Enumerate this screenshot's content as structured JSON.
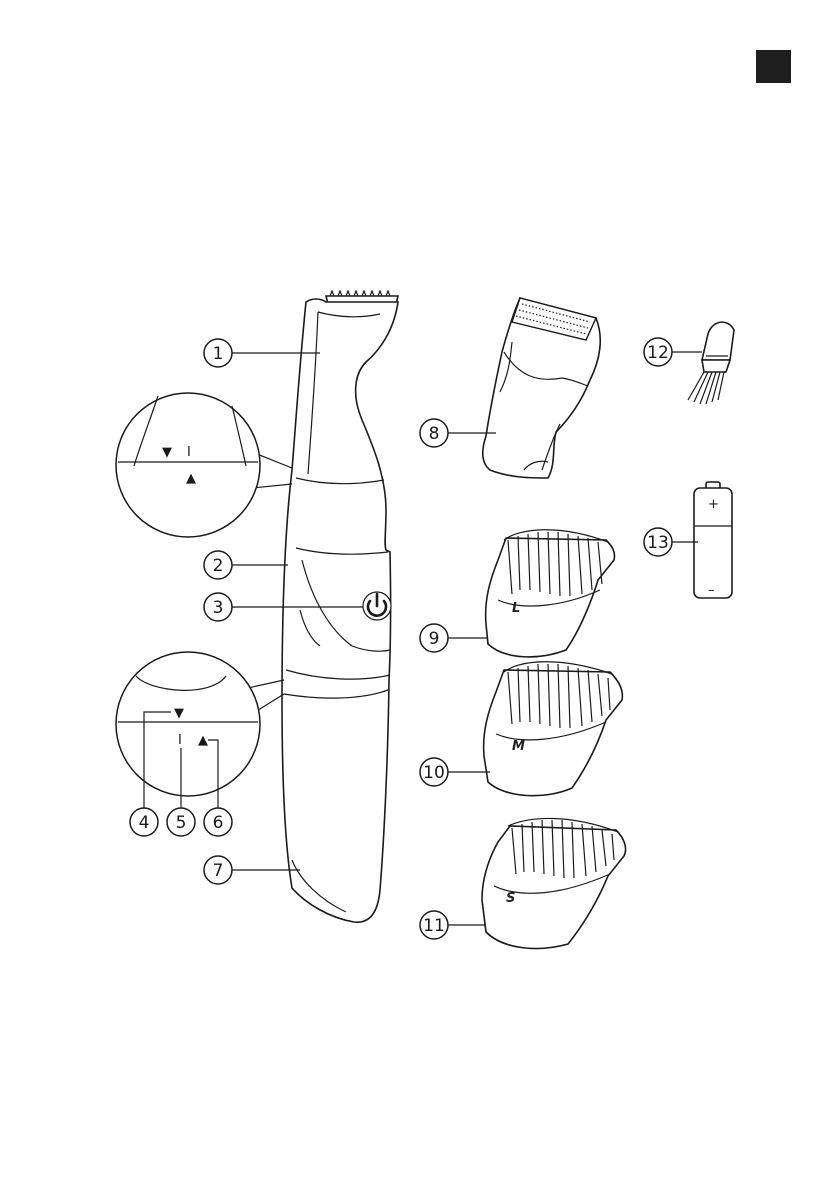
{
  "colors": {
    "ink": "#1a1a1a",
    "corner_badge": "#1e1e1e",
    "background": "#ffffff"
  },
  "callouts": [
    "1",
    "2",
    "3",
    "4",
    "5",
    "6",
    "7",
    "8",
    "9",
    "10",
    "11",
    "12",
    "13"
  ],
  "detail_top": {
    "down_marker": "▼",
    "bar_marker": "I",
    "up_marker": "▲"
  },
  "detail_bottom": {
    "down_marker": "▼",
    "bar_marker": "I",
    "up_marker": "▲"
  },
  "combs": {
    "large": "L",
    "medium": "M",
    "small": "S"
  },
  "battery": {
    "plus": "+",
    "minus": "–"
  },
  "icons": {
    "power": "power-icon"
  }
}
